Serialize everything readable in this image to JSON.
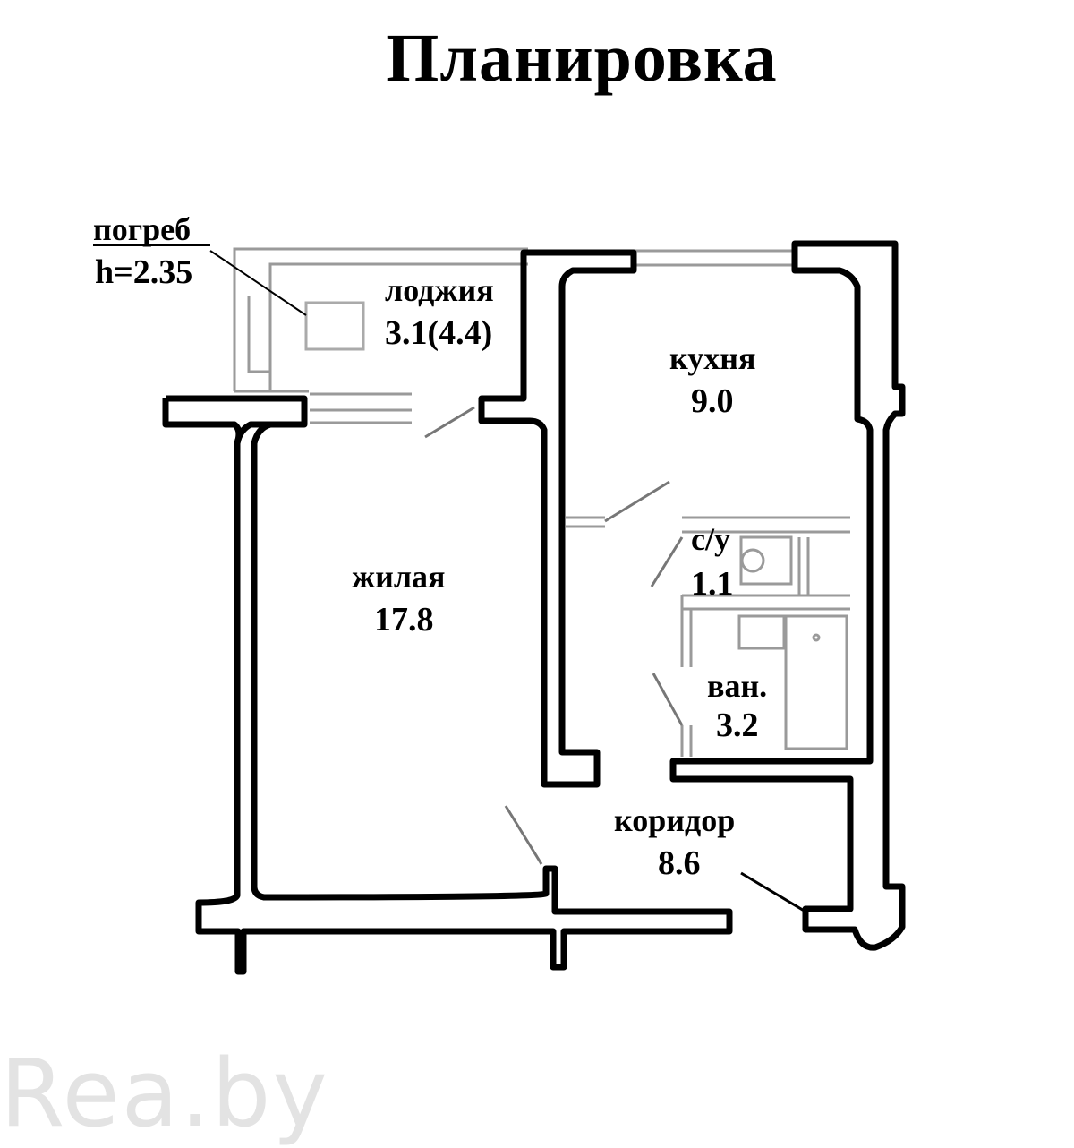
{
  "title": "Планировка",
  "colors": {
    "wall": "#000000",
    "light_wall": "#9a9a9a",
    "watermark": "#e3e3e3"
  },
  "rooms": {
    "cellar": {
      "name": "погреб",
      "height": "h=2.35"
    },
    "loggia": {
      "name": "лоджия",
      "area": "3.1(4.4)"
    },
    "kitchen": {
      "name": "кухня",
      "area": "9.0"
    },
    "living": {
      "name": "жилая",
      "area": "17.8"
    },
    "toilet": {
      "name": "с/у",
      "area": "1.1"
    },
    "bath": {
      "name": "ван.",
      "area": "3.2"
    },
    "corridor": {
      "name": "коридор",
      "area": "8.6"
    }
  },
  "watermark": "Rea.by"
}
